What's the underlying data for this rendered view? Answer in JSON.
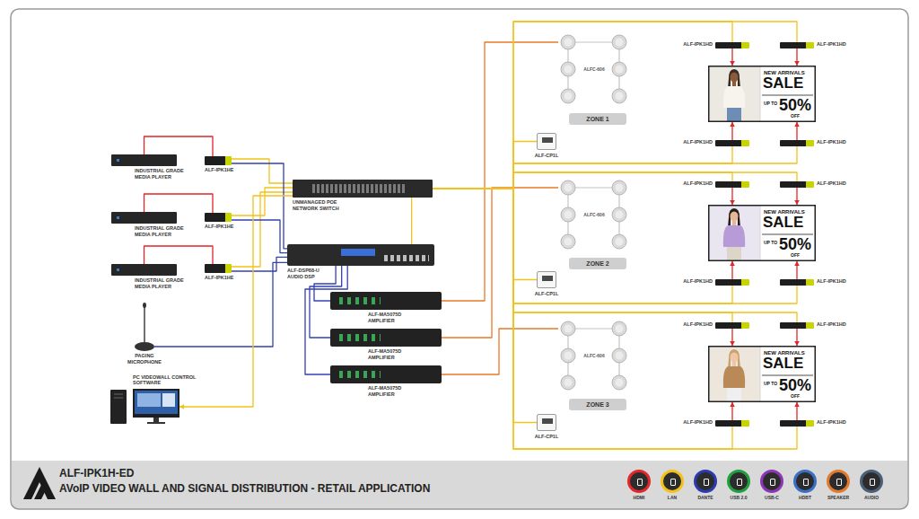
{
  "diagram": {
    "title": "ALF-IPK1H-ED",
    "caption": "AVoIP VIDEO WALL AND SIGNAL DISTRIBUTION - RETAIL APPLICATION",
    "nodes": [
      {
        "text": [
          "INDUSTRIAL GRADE MEDIA PLAYER"
        ]
      },
      {
        "text": [
          "ALF-IPK1HE"
        ]
      },
      {
        "text": [
          "INDUSTRIAL GRADE MEDIA PLAYER"
        ]
      },
      {
        "text": [
          "ALF-IPK1HE"
        ]
      },
      {
        "text": [
          "INDUSTRIAL GRADE MEDIA PLAYER"
        ]
      },
      {
        "text": [
          "ALF-IPK1HE"
        ]
      },
      {
        "text": [
          "UNMANAGED POE NETWORK SWITCH"
        ]
      },
      {
        "text": [
          "ALF-DSP88-U AUDIO DSP"
        ]
      },
      {
        "text": [
          "ALF-MA5075D AMPLIFIER"
        ]
      },
      {
        "text": [
          "ALF-MA5075D AMPLIFIER"
        ]
      },
      {
        "text": [
          "ALF-MA5075D AMPLIFIER"
        ]
      },
      {
        "text": [
          "PAGING MICROPHONE"
        ]
      },
      {
        "text": [
          "PC VIDEOWALL CONTROL SOFTWARE"
        ]
      },
      {
        "text": [
          "ALFC-606"
        ]
      },
      {
        "text": [
          "ZONE 1"
        ]
      },
      {
        "text": [
          "ALF-CP1L"
        ]
      },
      {
        "text": [
          "ALF-IPK1HD"
        ]
      },
      {
        "text": [
          "ALF-IPK1HD"
        ]
      },
      {
        "text": [
          "NEW ARRIVALS",
          "SALE",
          "UP TO",
          "50%",
          "OFF"
        ]
      },
      {
        "text": [
          "ALF-IPK1HD"
        ]
      },
      {
        "text": [
          "ALF-IPK1HD"
        ]
      },
      {
        "text": [
          "ALFC-606"
        ]
      },
      {
        "text": [
          "ZONE 2"
        ]
      },
      {
        "text": [
          "ALF-CP1L"
        ]
      },
      {
        "text": [
          "ALF-IPK1HD"
        ]
      },
      {
        "text": [
          "ALF-IPK1HD"
        ]
      },
      {
        "text": [
          "NEW ARRIVALS",
          "SALE",
          "UP TO",
          "50%",
          "OFF"
        ]
      },
      {
        "text": [
          "ALF-IPK1HD"
        ]
      },
      {
        "text": [
          "ALF-IPK1HD"
        ]
      },
      {
        "text": [
          "ALFC-606"
        ]
      },
      {
        "text": [
          "ZONE 3"
        ]
      },
      {
        "text": [
          "ALF-CP1L"
        ]
      },
      {
        "text": [
          "ALF-IPK1HD"
        ]
      },
      {
        "text": [
          "ALF-IPK1HD"
        ]
      },
      {
        "text": [
          "NEW ARRIVALS",
          "SALE",
          "UP TO",
          "50%",
          "OFF"
        ]
      },
      {
        "text": [
          "ALF-IPK1HD"
        ]
      },
      {
        "text": [
          "ALF-IPK1HD"
        ]
      }
    ],
    "edges": [
      {
        "from": 0,
        "to": 1,
        "arrow": "none"
      },
      {
        "from": 2,
        "to": 3,
        "arrow": "none"
      },
      {
        "from": 4,
        "to": 5,
        "arrow": "none"
      },
      {
        "from": 1,
        "to": 6,
        "arrow": "none"
      },
      {
        "from": 3,
        "to": 6,
        "arrow": "none"
      },
      {
        "from": 5,
        "to": 6,
        "arrow": "none"
      },
      {
        "from": 1,
        "to": 7,
        "arrow": "none"
      },
      {
        "from": 3,
        "to": 7,
        "arrow": "none"
      },
      {
        "from": 5,
        "to": 7,
        "arrow": "none"
      },
      {
        "from": 11,
        "to": 7,
        "arrow": "none"
      },
      {
        "from": 6,
        "to": 12,
        "arrow": "to"
      },
      {
        "from": 6,
        "to": 7,
        "arrow": "none"
      },
      {
        "from": 7,
        "to": 8,
        "arrow": "none"
      },
      {
        "from": 7,
        "to": 9,
        "arrow": "none"
      },
      {
        "from": 7,
        "to": 10,
        "arrow": "none"
      },
      {
        "from": 8,
        "to": 13,
        "arrow": "none"
      },
      {
        "from": 9,
        "to": 21,
        "arrow": "none"
      },
      {
        "from": 10,
        "to": 29,
        "arrow": "none"
      },
      {
        "from": 6,
        "to": 15,
        "arrow": "none"
      },
      {
        "from": 6,
        "to": 23,
        "arrow": "none"
      },
      {
        "from": 6,
        "to": 31,
        "arrow": "none"
      },
      {
        "from": 6,
        "to": 16,
        "arrow": "none"
      },
      {
        "from": 6,
        "to": 17,
        "arrow": "none"
      },
      {
        "from": 6,
        "to": 19,
        "arrow": "none"
      },
      {
        "from": 6,
        "to": 20,
        "arrow": "none"
      },
      {
        "from": 6,
        "to": 24,
        "arrow": "none"
      },
      {
        "from": 6,
        "to": 25,
        "arrow": "none"
      },
      {
        "from": 6,
        "to": 27,
        "arrow": "none"
      },
      {
        "from": 6,
        "to": 28,
        "arrow": "none"
      },
      {
        "from": 6,
        "to": 32,
        "arrow": "none"
      },
      {
        "from": 6,
        "to": 33,
        "arrow": "none"
      },
      {
        "from": 6,
        "to": 35,
        "arrow": "none"
      },
      {
        "from": 6,
        "to": 36,
        "arrow": "none"
      },
      {
        "from": 16,
        "to": 18,
        "arrow": "to"
      },
      {
        "from": 17,
        "to": 18,
        "arrow": "to"
      },
      {
        "from": 19,
        "to": 18,
        "arrow": "to"
      },
      {
        "from": 20,
        "to": 18,
        "arrow": "to"
      },
      {
        "from": 24,
        "to": 26,
        "arrow": "to"
      },
      {
        "from": 25,
        "to": 26,
        "arrow": "to"
      },
      {
        "from": 27,
        "to": 26,
        "arrow": "to"
      },
      {
        "from": 28,
        "to": 26,
        "arrow": "to"
      },
      {
        "from": 32,
        "to": 34,
        "arrow": "to"
      },
      {
        "from": 33,
        "to": 34,
        "arrow": "to"
      },
      {
        "from": 35,
        "to": 34,
        "arrow": "to"
      },
      {
        "from": 36,
        "to": 34,
        "arrow": "to"
      }
    ],
    "legend": [
      {
        "text": "HDMI",
        "color": "#e0262b"
      },
      {
        "text": "LAN",
        "color": "#f2c21b"
      },
      {
        "text": "DANTE",
        "color": "#2b3ab0"
      },
      {
        "text": "USB 2.0",
        "color": "#20a03c"
      },
      {
        "text": "USB-C",
        "color": "#8e35b5"
      },
      {
        "text": "HDBT",
        "color": "#3a6fc4"
      },
      {
        "text": "SPEAKER",
        "color": "#e07a2e"
      },
      {
        "text": "AUDIO",
        "color": "#4a5f78"
      }
    ]
  }
}
